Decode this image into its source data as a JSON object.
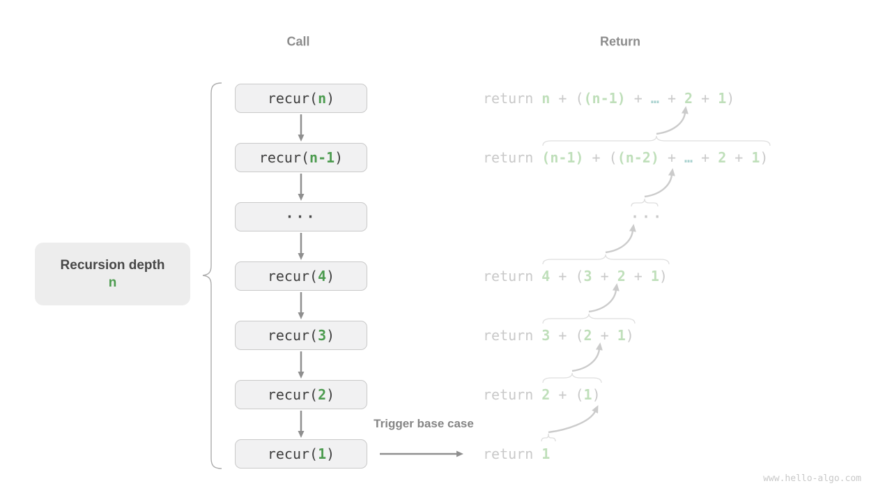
{
  "headers": {
    "call": "Call",
    "ret": "Return"
  },
  "call_column": {
    "rows": [
      {
        "name": "call-box-recur-n",
        "segments": [
          [
            "code",
            "recur("
          ],
          [
            "arg",
            "n"
          ],
          [
            "code",
            ")"
          ]
        ]
      },
      {
        "name": "call-box-recur-n-1",
        "segments": [
          [
            "code",
            "recur("
          ],
          [
            "arg",
            "n-1"
          ],
          [
            "code",
            ")"
          ]
        ]
      },
      {
        "name": "call-box-ellipsis",
        "variant": "dots",
        "segments": [
          [
            "code",
            "···"
          ]
        ]
      },
      {
        "name": "call-box-recur-4",
        "segments": [
          [
            "code",
            "recur("
          ],
          [
            "arg",
            "4"
          ],
          [
            "code",
            ")"
          ]
        ]
      },
      {
        "name": "call-box-recur-3",
        "segments": [
          [
            "code",
            "recur("
          ],
          [
            "arg",
            "3"
          ],
          [
            "code",
            ")"
          ]
        ]
      },
      {
        "name": "call-box-recur-2",
        "segments": [
          [
            "code",
            "recur("
          ],
          [
            "arg",
            "2"
          ],
          [
            "code",
            ")"
          ]
        ]
      },
      {
        "name": "call-box-recur-1",
        "segments": [
          [
            "code",
            "recur("
          ],
          [
            "arg",
            "1"
          ],
          [
            "code",
            ")"
          ]
        ]
      }
    ]
  },
  "return_column": {
    "rows": [
      {
        "name": "return-row-n",
        "segments": [
          [
            "kw",
            "return "
          ],
          [
            "num",
            "n"
          ],
          [
            "op",
            " + ("
          ],
          [
            "num",
            "(n-1)"
          ],
          [
            "op",
            " + "
          ],
          [
            "dots",
            "…"
          ],
          [
            "op",
            " + "
          ],
          [
            "num",
            "2"
          ],
          [
            "op",
            " + "
          ],
          [
            "num",
            "1"
          ],
          [
            "op",
            ")"
          ]
        ]
      },
      {
        "name": "return-row-n-1",
        "segments": [
          [
            "kw",
            "return "
          ],
          [
            "num",
            "(n-1)"
          ],
          [
            "op",
            " + ("
          ],
          [
            "num",
            "(n-2)"
          ],
          [
            "op",
            " + "
          ],
          [
            "dots",
            "…"
          ],
          [
            "op",
            " + "
          ],
          [
            "num",
            "2"
          ],
          [
            "op",
            " + "
          ],
          [
            "num",
            "1"
          ],
          [
            "op",
            ")"
          ]
        ]
      },
      {
        "name": "return-row-ellipsis",
        "variant": "dots",
        "segments": [
          [
            "kw",
            "···"
          ]
        ]
      },
      {
        "name": "return-row-4",
        "segments": [
          [
            "kw",
            "return "
          ],
          [
            "num",
            "4"
          ],
          [
            "op",
            " + ("
          ],
          [
            "num",
            "3"
          ],
          [
            "op",
            " + "
          ],
          [
            "num",
            "2"
          ],
          [
            "op",
            " + "
          ],
          [
            "num",
            "1"
          ],
          [
            "op",
            ")"
          ]
        ]
      },
      {
        "name": "return-row-3",
        "segments": [
          [
            "kw",
            "return "
          ],
          [
            "num",
            "3"
          ],
          [
            "op",
            " + ("
          ],
          [
            "num",
            "2"
          ],
          [
            "op",
            " + "
          ],
          [
            "num",
            "1"
          ],
          [
            "op",
            ")"
          ]
        ]
      },
      {
        "name": "return-row-2",
        "segments": [
          [
            "kw",
            "return "
          ],
          [
            "num",
            "2"
          ],
          [
            "op",
            " + ("
          ],
          [
            "num",
            "1"
          ],
          [
            "op",
            ")"
          ]
        ]
      },
      {
        "name": "return-row-1",
        "segments": [
          [
            "kw",
            "return "
          ],
          [
            "num",
            "1"
          ]
        ]
      }
    ]
  },
  "depth_label": {
    "title": "Recursion depth",
    "value": "n"
  },
  "annotations": {
    "trigger_base_case": "Trigger base case"
  },
  "watermark": "www.hello-algo.com",
  "colors": {
    "accent_green": "#4c9b4f",
    "pale_green": "#bfdfba",
    "pale_teal": "#a9d2cf",
    "heading_gray": "#8c8c8c",
    "faded_gray": "#c9c9c9",
    "code_text": "#3e3e3e",
    "box_fill": "#f1f1f2",
    "box_border": "#c9c9c9",
    "label_fill": "#ededed",
    "arrow_gray": "#8f8f8f",
    "arrow_light": "#cbcbcb"
  }
}
